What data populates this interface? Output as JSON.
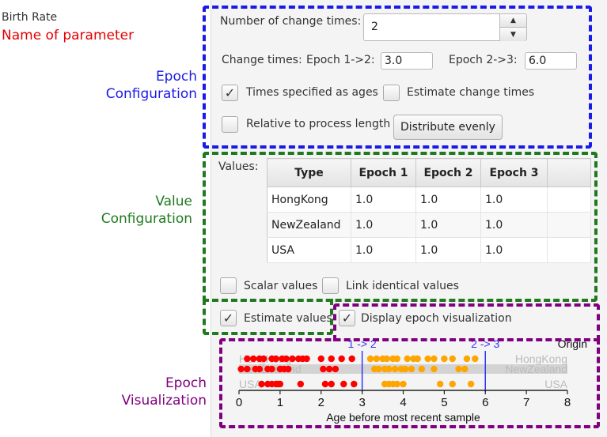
{
  "header": {
    "param_title": "Birth Rate",
    "param_annotation": "Name of parameter"
  },
  "annotations": {
    "epoch_config": [
      "Epoch",
      "Configuration"
    ],
    "value_config": [
      "Value",
      "Configuration"
    ],
    "epoch_vis": [
      "Epoch",
      "Visualization"
    ],
    "colors": {
      "blue": "#1a1ae6",
      "green": "#1f7a1f",
      "purple": "#800080",
      "red": "#e60000"
    }
  },
  "epoch_config": {
    "num_changes_label": "Number of change times:",
    "num_changes_value": "2",
    "change_times_label": "Change times:",
    "epoch1_label": "Epoch 1->2:",
    "epoch1_value": "3.0",
    "epoch2_label": "Epoch 2->3:",
    "epoch2_value": "6.0",
    "ages_label": "Times specified as ages",
    "ages_checked": true,
    "estimate_times_label": "Estimate change times",
    "estimate_times_checked": false,
    "relative_label": "Relative to process length",
    "relative_checked": false,
    "distribute_label": "Distribute evenly"
  },
  "value_config": {
    "values_label": "Values:",
    "columns": [
      "Type",
      "Epoch 1",
      "Epoch 2",
      "Epoch 3",
      ""
    ],
    "rows": [
      [
        "HongKong",
        "1.0",
        "1.0",
        "1.0",
        ""
      ],
      [
        "NewZealand",
        "1.0",
        "1.0",
        "1.0",
        ""
      ],
      [
        "USA",
        "1.0",
        "1.0",
        "1.0",
        ""
      ]
    ],
    "scalar_label": "Scalar values",
    "scalar_checked": false,
    "link_label": "Link identical values",
    "link_checked": false,
    "estimate_values_label": "Estimate values",
    "estimate_values_checked": true,
    "display_vis_label": "Display epoch visualization",
    "display_vis_checked": true
  },
  "chart_data": {
    "type": "scatter",
    "title": "",
    "xlabel": "Age before most recent sample",
    "ylabel": "",
    "xlim": [
      0,
      8
    ],
    "xticks": [
      0,
      1,
      2,
      3,
      4,
      5,
      6,
      7,
      8
    ],
    "origin_label": "Origin",
    "change_lines": [
      {
        "x": 3.0,
        "label": "1 -> 2"
      },
      {
        "x": 6.0,
        "label": "2 -> 3"
      }
    ],
    "lane_names": [
      "HongKong",
      "NewZealand",
      "USA"
    ],
    "colors": {
      "epoch1": "#ff0000",
      "epoch2": "#ffa500",
      "line": "#3333ff",
      "band": "#d3d3d3",
      "lane_text": "#bbbbbb"
    },
    "lanes": [
      {
        "name": "HongKong",
        "points": [
          0.2,
          0.35,
          0.5,
          0.6,
          0.8,
          0.9,
          1.05,
          1.15,
          1.3,
          1.45,
          1.55,
          1.65,
          2.0,
          2.25,
          2.5,
          2.75,
          3.2,
          3.35,
          3.5,
          3.6,
          3.75,
          3.85,
          4.1,
          4.25,
          4.35,
          4.6,
          4.75,
          5.0,
          5.2,
          5.55,
          5.75
        ]
      },
      {
        "name": "NewZealand",
        "points": [
          0.05,
          0.2,
          0.4,
          0.5,
          0.7,
          0.8,
          1.0,
          1.1,
          1.2,
          2.05,
          2.2,
          2.35,
          3.3,
          3.4,
          3.55,
          3.65,
          3.8,
          3.95,
          4.05,
          4.2,
          4.45,
          4.75,
          5.35,
          5.5
        ]
      },
      {
        "name": "USA",
        "points": [
          0.55,
          0.7,
          0.8,
          0.9,
          0.95,
          1.0,
          1.5,
          2.1,
          2.25,
          2.55,
          2.8,
          3.55,
          3.65,
          3.75,
          3.85,
          4.0,
          4.9,
          5.2,
          5.65
        ]
      }
    ]
  }
}
